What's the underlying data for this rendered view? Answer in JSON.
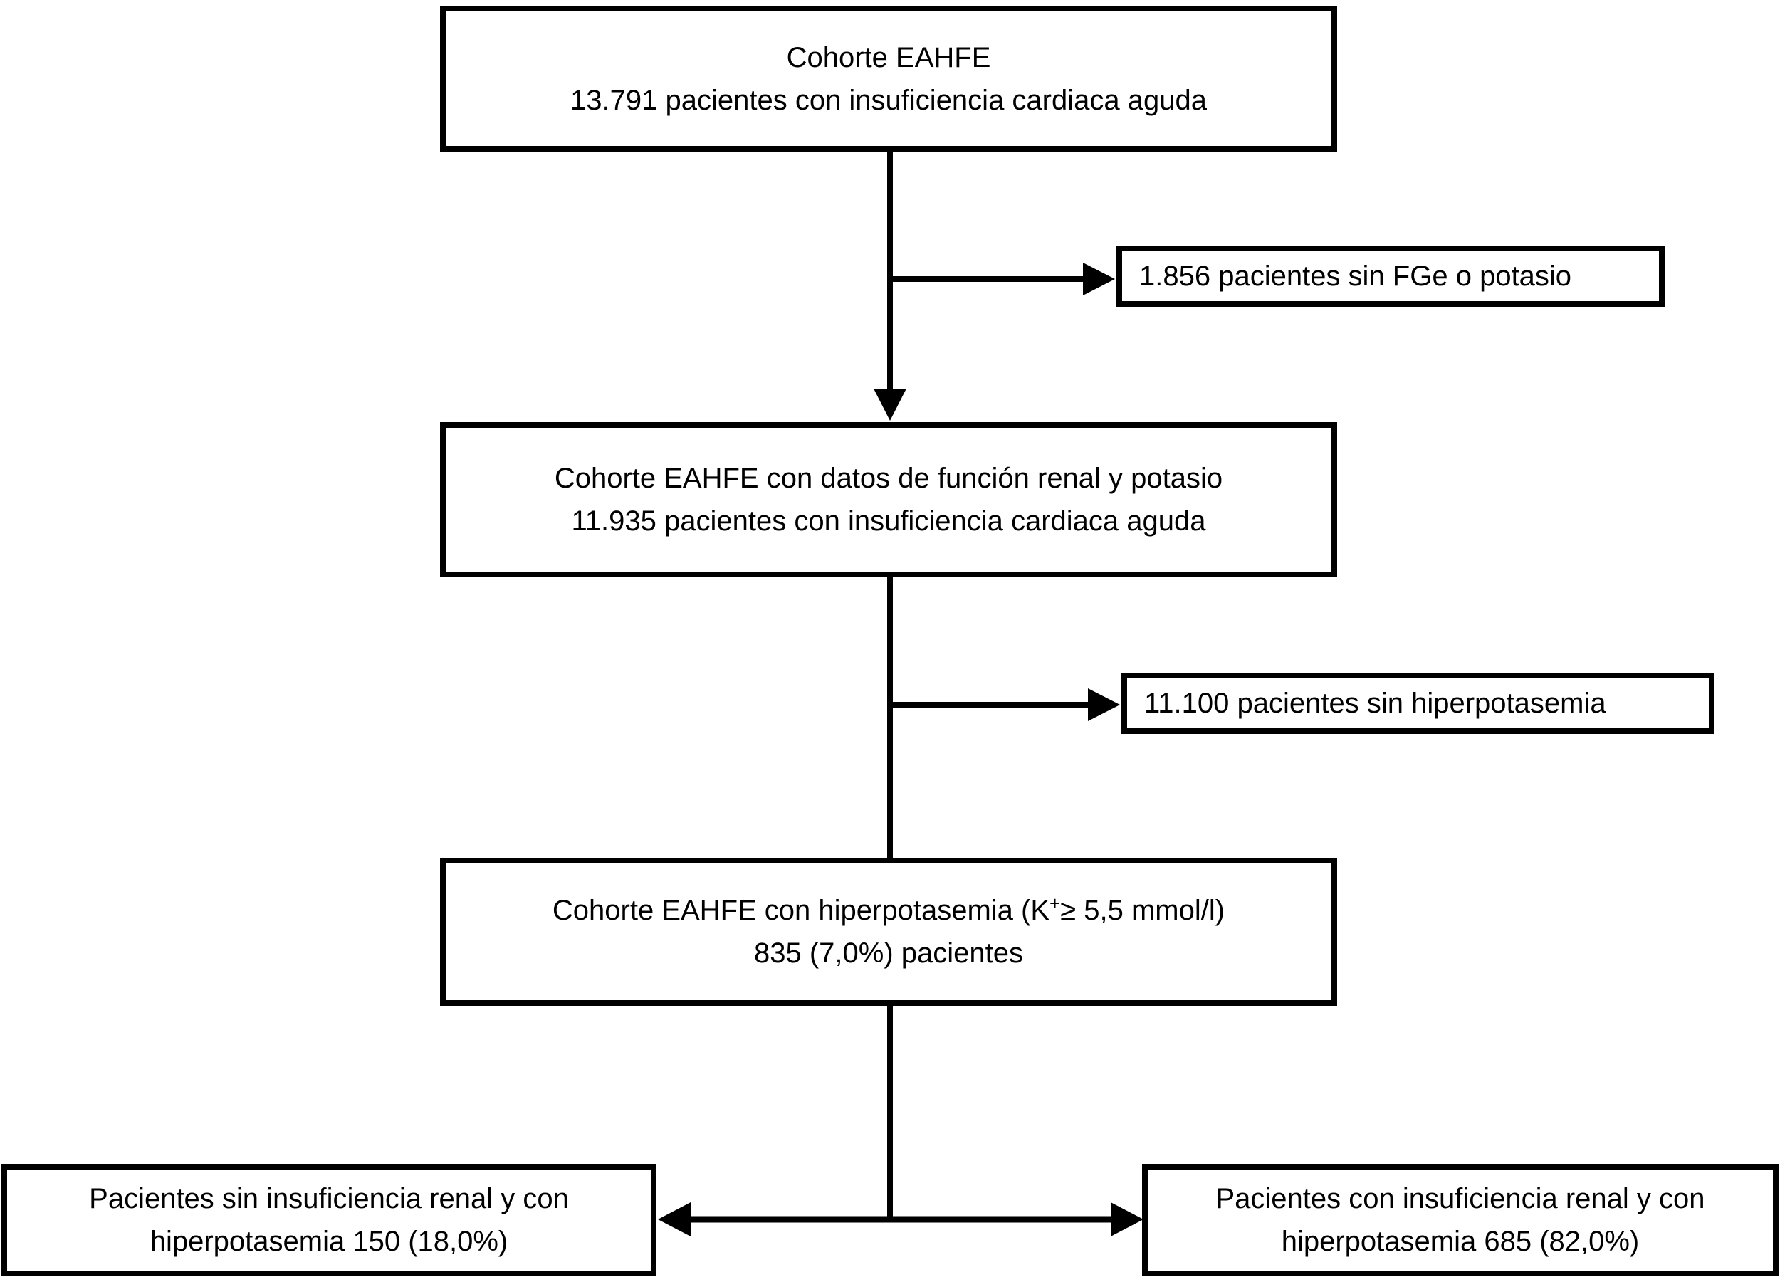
{
  "diagram": {
    "background_color": "#ffffff",
    "stroke_color": "#000000",
    "boxes": {
      "cohort_full": {
        "line1": "Cohorte EAHFE",
        "line2": "13.791 pacientes con insuficiencia cardiaca aguda"
      },
      "excluded_no_fge": {
        "line1": "1.856 pacientes sin FGe o potasio"
      },
      "cohort_renal_data": {
        "line1": "Cohorte EAHFE con datos de función renal y potasio",
        "line2": "11.935 pacientes con insuficiencia cardiaca aguda"
      },
      "excluded_no_hyperk": {
        "line1": "11.100 pacientes sin hiperpotasemia"
      },
      "cohort_hyperk": {
        "line1_prefix": "Cohorte EAHFE con hiperpotasemia (K",
        "line1_sup": "+",
        "line1_suffix": "≥ 5,5 mmol/l)",
        "line2": "835 (7,0%) pacientes"
      },
      "no_renal_failure": {
        "line1": "Pacientes sin insuficiencia renal y con",
        "line2": "hiperpotasemia 150 (18,0%)"
      },
      "renal_failure": {
        "line1": "Pacientes con insuficiencia renal y con",
        "line2": "hiperpotasemia 685 (82,0%)"
      }
    }
  }
}
